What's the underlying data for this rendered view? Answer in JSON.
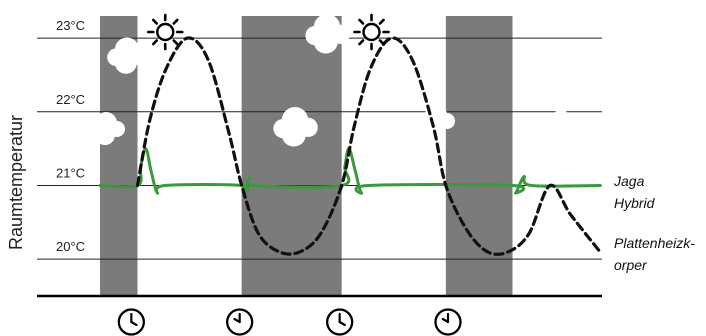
{
  "chart_data": {
    "type": "line",
    "xlabel": "",
    "ylabel": "Raumtemperatur",
    "y_ticks": [
      "20°C",
      "21°C",
      "22°C",
      "23°C"
    ],
    "ylim": [
      19.5,
      23.3
    ],
    "xlim": [
      0,
      24
    ],
    "grid": true,
    "legend": "right of plot, at line ends",
    "shaded_periods": [
      {
        "start": 0,
        "end": 1.8
      },
      {
        "start": 6.8,
        "end": 11.6
      },
      {
        "start": 16.6,
        "end": 19.8
      }
    ],
    "sun_icons_at": [
      2.7,
      12.6
    ],
    "clock_icons_at": [
      1.6,
      6.8,
      11.6,
      16.8
    ],
    "series": [
      {
        "name": "Jaga Hybrid",
        "color": "#3a9a3a",
        "points": [
          [
            0.0,
            21.0
          ],
          [
            1.8,
            21.0
          ],
          [
            1.95,
            21.25
          ],
          [
            2.2,
            21.5
          ],
          [
            2.45,
            21.2
          ],
          [
            2.75,
            20.9
          ],
          [
            3.1,
            21.0
          ],
          [
            6.8,
            21.0
          ],
          [
            6.9,
            20.88
          ],
          [
            7.2,
            21.1
          ],
          [
            7.45,
            21.0
          ],
          [
            11.6,
            21.0
          ],
          [
            11.75,
            21.25
          ],
          [
            11.95,
            21.5
          ],
          [
            12.25,
            21.2
          ],
          [
            12.55,
            20.9
          ],
          [
            12.9,
            21.0
          ],
          [
            19.8,
            21.0
          ],
          [
            19.95,
            20.9
          ],
          [
            20.35,
            21.12
          ],
          [
            20.7,
            21.0
          ],
          [
            24.0,
            21.0
          ]
        ]
      },
      {
        "name": "Plattenheizk-orper",
        "color": "#111111",
        "points": [
          [
            1.8,
            21.0
          ],
          [
            2.4,
            21.9
          ],
          [
            3.2,
            22.6
          ],
          [
            4.2,
            23.0
          ],
          [
            5.2,
            22.7
          ],
          [
            6.2,
            21.7
          ],
          [
            6.8,
            21.0
          ],
          [
            7.6,
            20.35
          ],
          [
            8.6,
            20.1
          ],
          [
            9.6,
            20.1
          ],
          [
            10.6,
            20.35
          ],
          [
            11.6,
            21.0
          ],
          [
            12.2,
            21.8
          ],
          [
            13.0,
            22.6
          ],
          [
            14.0,
            23.0
          ],
          [
            15.0,
            22.7
          ],
          [
            16.0,
            21.8
          ],
          [
            16.6,
            21.0
          ],
          [
            17.6,
            20.4
          ],
          [
            18.6,
            20.1
          ],
          [
            19.6,
            20.1
          ],
          [
            20.6,
            20.35
          ],
          [
            21.6,
            21.0
          ],
          [
            22.6,
            20.6
          ],
          [
            24.0,
            20.1
          ]
        ]
      }
    ]
  },
  "colors": {
    "shade": "#7b7b7b",
    "cloud": "#ffffff",
    "grid": "#222222",
    "axis": "#000000"
  },
  "icons": {
    "sun": "sun-icon",
    "cloud": "cloud-icon",
    "clock": "clock-icon"
  }
}
